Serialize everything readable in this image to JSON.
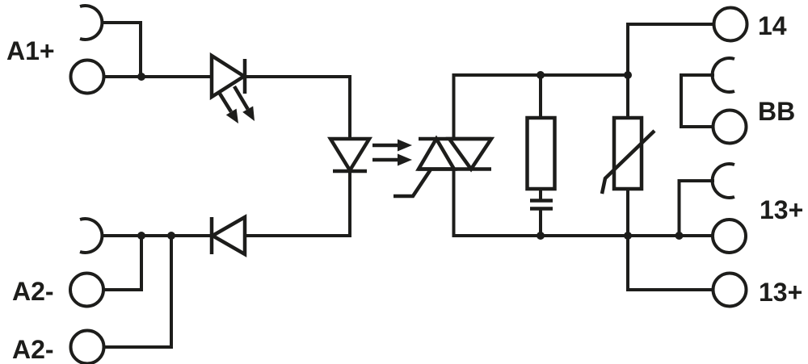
{
  "colors": {
    "line": "#1d1d1b",
    "background": "#ffffff"
  },
  "diagram_type": "relay-module-circuit-schematic",
  "terminals": {
    "left": [
      {
        "label": "A1+"
      },
      {
        "label": "A2-"
      },
      {
        "label": "A2-"
      }
    ],
    "right": [
      {
        "label": "14"
      },
      {
        "label": "BB"
      },
      {
        "label": "13+"
      },
      {
        "label": "13+"
      }
    ]
  },
  "symbols": [
    "bridge-connector",
    "screw-terminal",
    "indicator-led",
    "protection-diode",
    "optocoupler-led",
    "light-arrows",
    "triac",
    "snubber-resistor",
    "snubber-capacitor",
    "varistor",
    "junction-dot"
  ]
}
